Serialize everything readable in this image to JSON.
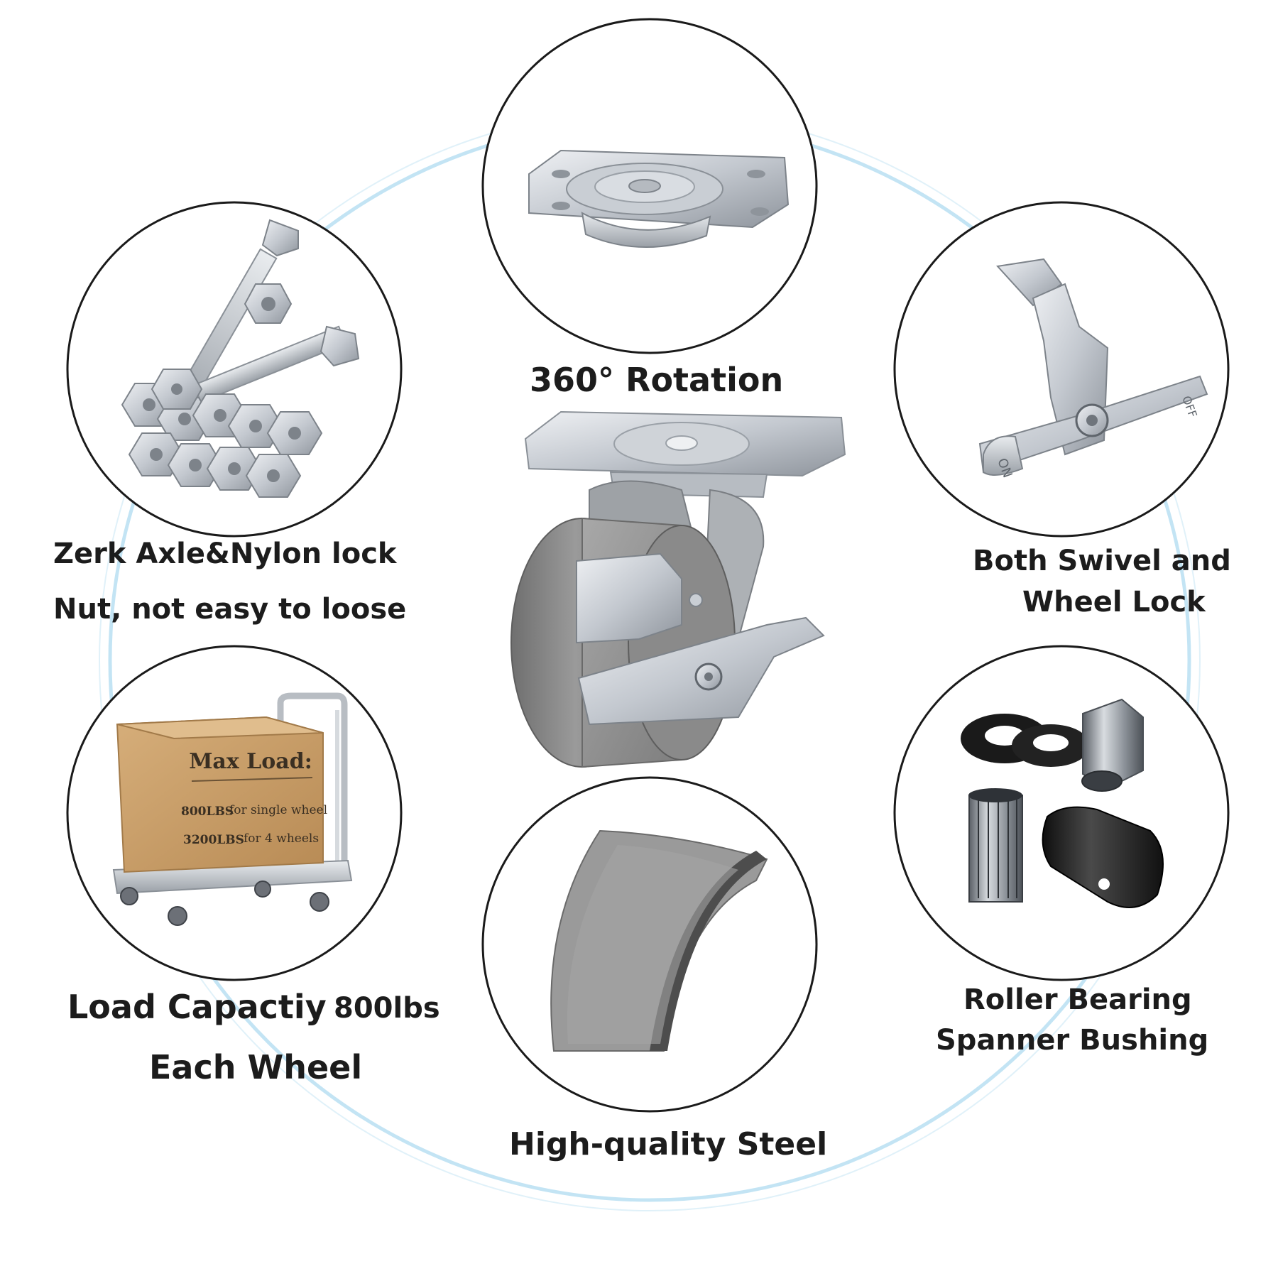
{
  "palette": {
    "ring": "#9fd3ee",
    "circle_border": "#1a1a1a",
    "caption_text": "#1c1c1c",
    "metal_light": "#d4d8de",
    "metal_dark": "#8a8f96",
    "cast_iron": "#8e8e8e",
    "cardboard": "#c9a06c",
    "seal_black": "#1a1a1a"
  },
  "captions": {
    "rotation": "360° Rotation",
    "zerk_line1": "Zerk Axle&Nylon lock",
    "zerk_line2": "Nut, not easy to loose",
    "lock_line1": "Both Swivel and",
    "lock_line2": "Wheel Lock",
    "load_line1": "Load Capactiy",
    "load_value": "800lbs",
    "load_line2": "Each Wheel",
    "bearing_line1": "Roller Bearing",
    "bearing_line2": "Spanner Bushing",
    "steel": "High-quality Steel"
  },
  "box_label": {
    "title": "Max Load:",
    "line1_value": "800LBS",
    "line1_text": "for single wheel",
    "line2_value": "3200LBS",
    "line2_text": "for 4 wheels"
  },
  "icons": {
    "top_plate": "swivel-top-plate-icon",
    "hardware": "bolts-and-nuts-icon",
    "brake": "brake-lever-icon",
    "cart": "platform-cart-icon",
    "wheel_section": "steel-wheel-section-icon",
    "bearings": "roller-bearing-parts-icon",
    "caster": "caster-wheel-icon"
  },
  "brake_marks": {
    "on": "ON",
    "off": "OFF"
  }
}
